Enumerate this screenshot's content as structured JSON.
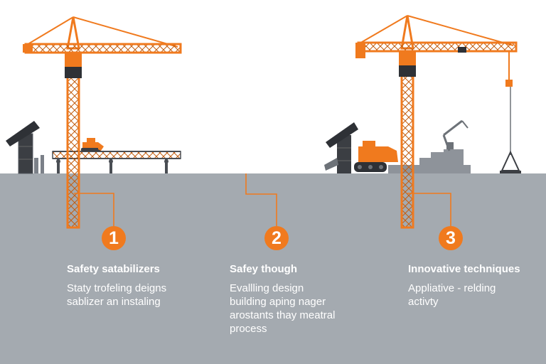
{
  "colors": {
    "accent": "#f07a1e",
    "ground": "#a4aab0",
    "sky": "#ffffff",
    "steel": "#3c3f44",
    "text": "#ffffff"
  },
  "steps": [
    {
      "number": "1",
      "title": "Safety satabilizers",
      "body": "Staty trofeling deigns\nsablizer an instaling"
    },
    {
      "number": "2",
      "title": "Safey though",
      "body": "Evallling design\nbuilding aping nager\narostants thay meatral\nprocess"
    },
    {
      "number": "3",
      "title": "Innovative techniques",
      "body": "Appliative - relding\nactivty"
    }
  ],
  "icons": [
    "tower-crane-icon",
    "bulldozer-icon",
    "excavator-icon",
    "building-icon",
    "truss-bridge-icon"
  ]
}
